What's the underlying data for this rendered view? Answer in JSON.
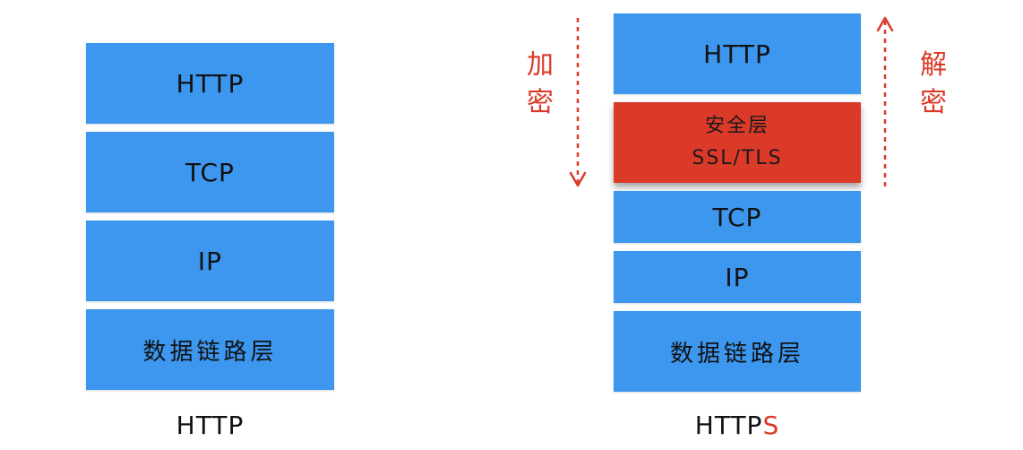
{
  "http_stack": {
    "layers": [
      "HTTP",
      "TCP",
      "IP",
      "数据链路层"
    ],
    "caption": "HTTP"
  },
  "https_stack": {
    "layers": {
      "http": "HTTP",
      "security_name": "安全层",
      "security_protocol": "SSL/TLS",
      "tcp": "TCP",
      "ip": "IP",
      "link": "数据链路层"
    },
    "caption_prefix": "HTTP",
    "caption_suffix": "S"
  },
  "encrypt_label": [
    "加",
    "密"
  ],
  "decrypt_label": [
    "解",
    "密"
  ],
  "colors": {
    "layer_blue": "#3d97ef",
    "security_red": "#dc3a29",
    "arrow_red": "#dc3a29"
  }
}
